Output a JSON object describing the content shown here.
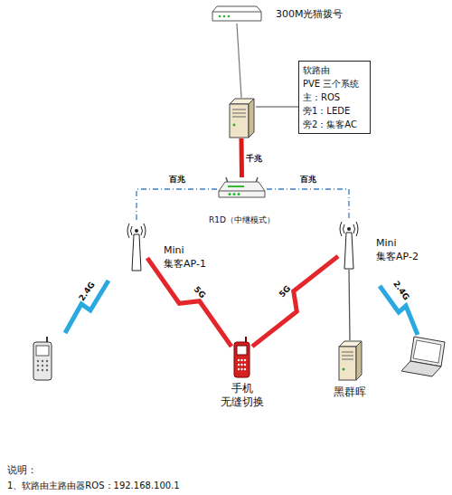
{
  "diagram": {
    "nodes": [
      {
        "text": [
          "300M光猫拨号"
        ]
      },
      {
        "text": [
          "软路由",
          "PVE 三个系统",
          "主：ROS",
          "旁1：LEDE",
          "旁2：集客AC"
        ]
      },
      {
        "text": [
          "R1D（中继模式）"
        ]
      },
      {
        "text": [
          "Mini 集客AP-1"
        ]
      },
      {
        "text": [
          "Mini 集客AP-2"
        ]
      },
      {
        "text": [
          "手机 无缝切换"
        ]
      },
      {
        "text": [
          "黑群晖"
        ]
      }
    ],
    "edges": [
      {
        "from": 0,
        "to": 1,
        "arrow": "none"
      },
      {
        "from": 1,
        "to": 2,
        "label": "千兆",
        "arrow": "none"
      },
      {
        "from": 2,
        "to": 3,
        "label": "百兆",
        "arrow": "none"
      },
      {
        "from": 2,
        "to": 4,
        "label": "百兆",
        "arrow": "none"
      },
      {
        "from": 3,
        "to": 5,
        "label": "5G",
        "arrow": "none"
      },
      {
        "from": 4,
        "to": 5,
        "label": "5G",
        "arrow": "none"
      },
      {
        "from": 4,
        "to": 6,
        "arrow": "none"
      }
    ],
    "labels": [
      "2.4G",
      "2.4G",
      "说明：",
      "1、软路由主路由器ROS：192.168.100.1"
    ]
  }
}
